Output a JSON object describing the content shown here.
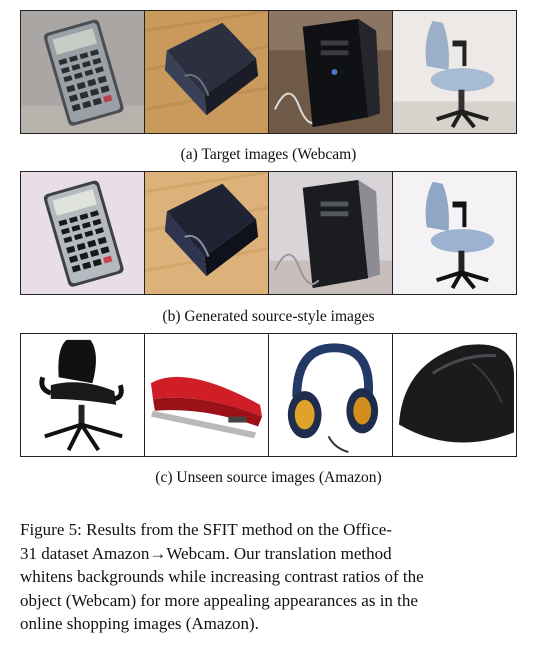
{
  "captions": {
    "target": "(a) Target images (Webcam)",
    "generated": "(b) Generated source-style images",
    "unseen": "(c) Unseen source images (Amazon)"
  },
  "figure_caption": {
    "lines": [
      "Figure 5: Results from the SFIT method on the Office-",
      "31 dataset Amazon→Webcam.  Our translation method",
      "whitens backgrounds while increasing contrast ratios of the",
      "object (Webcam) for more appealing appearances as in the",
      "online shopping images (Amazon)."
    ]
  },
  "rows": {
    "target": [
      "calculator",
      "binder",
      "desktop-computer",
      "office-chair"
    ],
    "generated": [
      "calculator",
      "binder",
      "desktop-computer",
      "office-chair"
    ],
    "unseen": [
      "office-chair",
      "stapler",
      "headphones",
      "mouse"
    ]
  }
}
